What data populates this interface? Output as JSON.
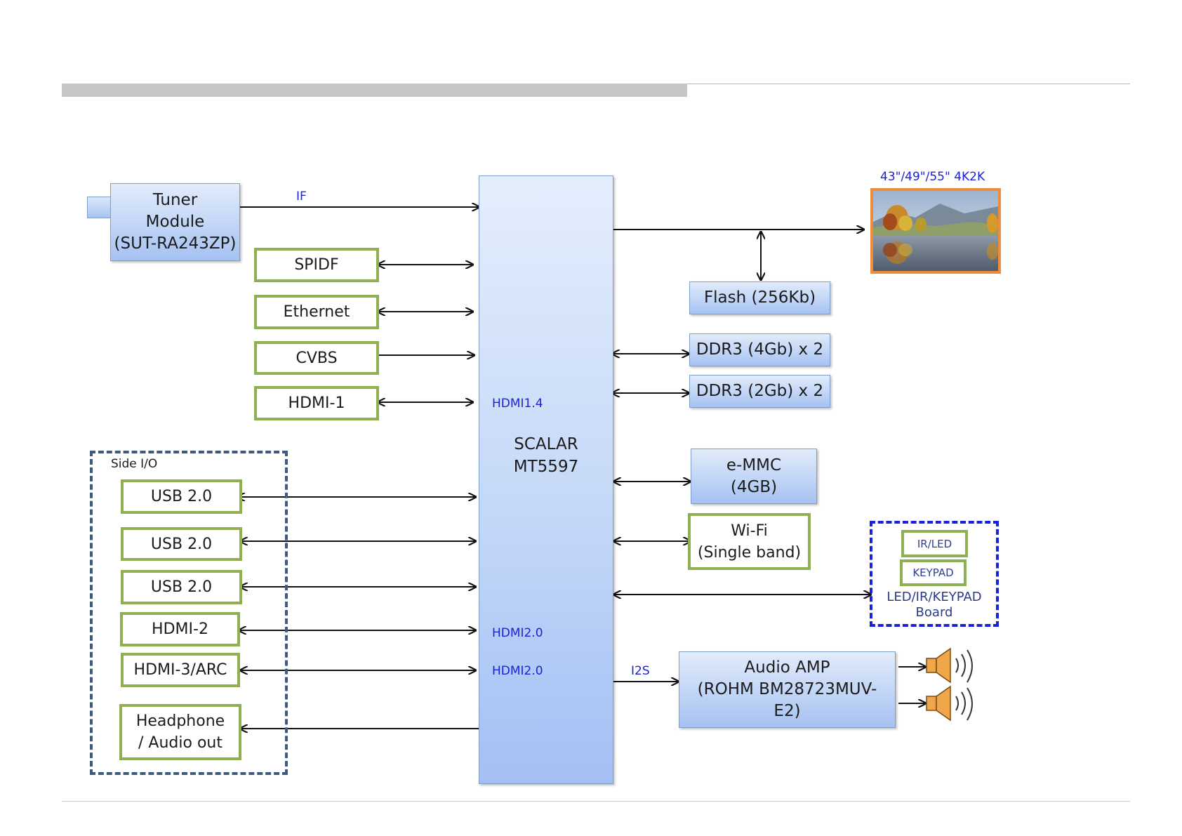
{
  "diagram": {
    "tuner": {
      "label": "Tuner\nModule\n(SUT-RA243ZP)"
    },
    "scalar": {
      "label": "SCALAR\nMT5597"
    },
    "left_ports": {
      "spidf": "SPIDF",
      "ethernet": "Ethernet",
      "cvbs": "CVBS",
      "hdmi1": "HDMI-1"
    },
    "side_io": {
      "title": "Side I/O",
      "usb1": "USB 2.0",
      "usb2": "USB 2.0",
      "usb3": "USB 2.0",
      "hdmi2": "HDMI-2",
      "hdmi3": "HDMI-3/ARC",
      "headphone": "Headphone\n/ Audio out"
    },
    "signal_labels": {
      "if": "IF",
      "hdmi14": "HDMI1.4",
      "hdmi20_a": "HDMI2.0",
      "hdmi20_b": "HDMI2.0",
      "i2s": "I2S"
    },
    "panel": {
      "label": "43\"/49\"/55\"  4K2K"
    },
    "memory": {
      "flash": "Flash (256Kb)",
      "ddr3_4gb": "DDR3 (4Gb) x 2",
      "ddr3_2gb": "DDR3 (2Gb) x 2",
      "emmc": "e-MMC\n(4GB)"
    },
    "wifi": {
      "label": "Wi-Fi\n(Single band)"
    },
    "led_board": {
      "ir_led": "IR/LED",
      "keypad": "KEYPAD",
      "label": "LED/IR/KEYPAD\nBoard"
    },
    "audio_amp": {
      "label": "Audio  AMP\n(ROHM BM28723MUV-\nE2)"
    },
    "colors": {
      "block_fill_top": "#e2ecfb",
      "block_fill_bottom": "#a6c2f2",
      "port_border": "#8fb050",
      "side_io_border": "#3e5a7e",
      "led_board_border": "#1a22d8",
      "panel_border": "#ef8c3a",
      "signal_label": "#1a22d8"
    }
  }
}
